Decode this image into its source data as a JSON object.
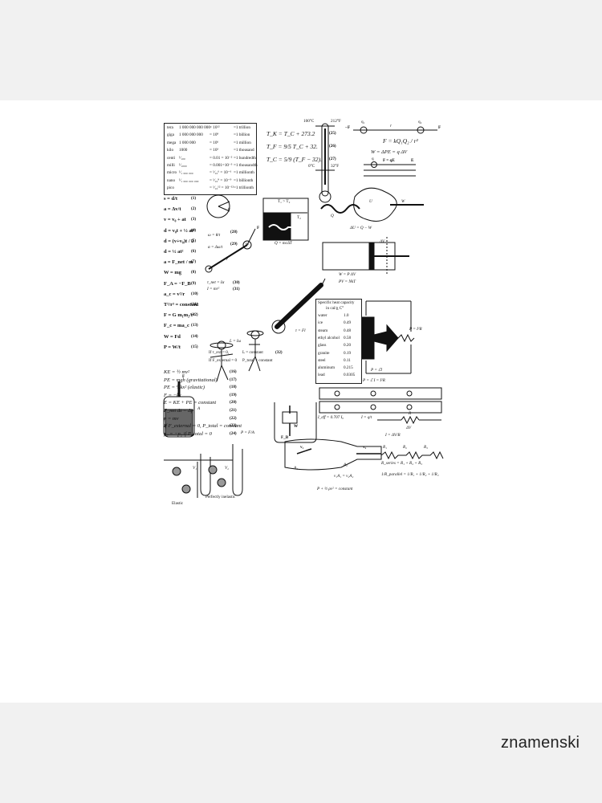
{
  "prefixes": [
    {
      "name": "tera",
      "value": "1 000 000 000 000",
      "power": "= 10¹²",
      "word": "=1 trillion"
    },
    {
      "name": "giga",
      "value": "1 000 000 000",
      "power": "= 10⁹",
      "word": "=1 billion"
    },
    {
      "name": "mega",
      "value": "1 000 000",
      "power": "= 10⁶",
      "word": "=1 million"
    },
    {
      "name": "kilo",
      "value": "1000",
      "power": "= 10³",
      "word": "=1 thousand"
    },
    {
      "name": "centi",
      "value": "¹⁄₁₀₀",
      "power": "= 0.01 = 10⁻²",
      "word": "=1 hundredth"
    },
    {
      "name": "milli",
      "value": "¹⁄₁₀₀₀",
      "power": "= 0.001=10⁻³",
      "word": "=1 thousandth"
    },
    {
      "name": "micro",
      "value": "¹⁄₁ ₀₀₀ ₀₀₀",
      "power": "= ¹⁄₁₀⁶ = 10⁻⁶",
      "word": "=1 millionth"
    },
    {
      "name": "nano",
      "value": "¹⁄₁ ₀₀₀ ₀₀₀ ₀₀₀",
      "power": "= ¹⁄₁₀⁹ = 10⁻⁹",
      "word": "=1 billionth"
    },
    {
      "name": "pico",
      "value": "",
      "power": "= ¹⁄₁₀¹² = 10⁻¹²",
      "word": "=1 trillionth"
    }
  ],
  "temperature": {
    "eq25": "T_K = T_C + 273.2",
    "n25": "(25)",
    "eq26": "T_F = 9/5 T_C + 32.",
    "n26": "(26)",
    "eq27": "T_C = 5/9 (T_F − 32).",
    "n27": "(27)",
    "boil_c": "100°C",
    "boil_f": "212°F",
    "freeze_c": "0°C",
    "freeze_f": "32°F"
  },
  "charges": {
    "q1": "q₁",
    "q2": "q₂",
    "r": "r",
    "F": "F",
    "minusF": "−F",
    "coulomb": "F = kQ₁Q₂ / r²",
    "work": "W = ΔPE = q ΔV",
    "q": "q",
    "qE": "F = qE",
    "E": "E"
  },
  "mechanics": [
    {
      "eq": "s = d/t",
      "n": "(1)"
    },
    {
      "eq": "a = Δv/t",
      "n": "(2)"
    },
    {
      "eq": "v = v₀ + at",
      "n": "(3)"
    },
    {
      "eq": "d = v₀t + ½ at²",
      "n": "(4)"
    },
    {
      "eq": "d = (v+v₀)t / 2",
      "n": "(5)"
    },
    {
      "eq": "d = ½ at²",
      "n": "(6)"
    },
    {
      "eq": "a = F_net / m",
      "n": "(7)"
    },
    {
      "eq": "W = mg",
      "n": "(8)"
    },
    {
      "eq": "F_A = −F_B",
      "n": "(9)"
    },
    {
      "eq": "a_c = v²/r",
      "n": "(10)"
    },
    {
      "eq": "T²/r³ = constant",
      "n": "(11)"
    },
    {
      "eq": "F = G m₁m₂/r²",
      "n": "(12)"
    },
    {
      "eq": "F_c = ma_c",
      "n": "(13)"
    },
    {
      "eq": "W = Fd",
      "n": "(14)"
    },
    {
      "eq": "P = W/t",
      "n": "(15)"
    }
  ],
  "rotation": {
    "omega": "ω = θ/t",
    "n28": "(28)",
    "alpha": "α = Δω/t",
    "n29": "(29)",
    "theta": "θ",
    "r": "r",
    "m": "m",
    "F": "F",
    "torque": "τ_net = Iα",
    "n30": "(30)",
    "inertia": "I = mr²",
    "n31": "(31)",
    "L": "L = Iω",
    "cond1": "If τ_ext = 0,",
    "cond1b": "L = constant",
    "n32": "(32)",
    "cond2": "If F_external = 0",
    "cond2b": "P_total = constant",
    "tau": "τ = Fl",
    "l": "l"
  },
  "energy": [
    {
      "eq": "KE = ½ mv²",
      "n": "(16)"
    },
    {
      "eq": "PE = mgh   (gravitational)",
      "n": "(17)"
    },
    {
      "eq": "PE = ½kx²   (elastic)",
      "n": "(18)"
    },
    {
      "eq": "F = −kx",
      "n": "(19)"
    },
    {
      "eq": "E = KE + PE = constant",
      "n": "(20)"
    },
    {
      "eq": "F_net Δt = Δp,",
      "n": "(21)"
    },
    {
      "eq": "p = mv",
      "n": "(22)"
    },
    {
      "eq": "If F_external = 0, P_total = constant",
      "n": "(23)"
    },
    {
      "eq": "p₂ = −p₁  if  P_total = 0",
      "n": "(24)"
    }
  ],
  "collisions": {
    "elastic": "Elastic",
    "inelastic": "Perfectly inelastic",
    "v1": "v₁",
    "vf": "vf"
  },
  "thermo": {
    "t1t2": "T₁ > T₂",
    "t2": "T₂",
    "heat": "Q = mcΔT",
    "Q": "Q",
    "U": "U",
    "W": "W",
    "first_law": "ΔU = Q − W",
    "dV": "ΔV",
    "work": "W = P ΔV",
    "gas": "PV = NkT"
  },
  "specific_heat": {
    "title": "Specific heat capacity",
    "unit": "in cal/g C°",
    "rows": [
      {
        "m": "water",
        "v": "1.0"
      },
      {
        "m": "ice",
        "v": "0.49"
      },
      {
        "m": "steam",
        "v": "0.48"
      },
      {
        "m": "ethyl alcohol",
        "v": "0.58"
      },
      {
        "m": "glass",
        "v": "0.20"
      },
      {
        "m": "granite",
        "v": "0.19"
      },
      {
        "m": "steel",
        "v": "0.11"
      },
      {
        "m": "aluminum",
        "v": "0.215"
      },
      {
        "m": "lead",
        "v": "0.0305"
      }
    ]
  },
  "circuits": {
    "battery": "P = ℰI",
    "resistor": "P = I²R",
    "power": "P = ℰ I = I²R",
    "ieff": "I_eff = 0.707 I₀",
    "current": "I = q/t",
    "R": "R",
    "dV": "ΔV",
    "ohm": "I = ΔV/R",
    "R1": "R₁",
    "R2": "R₂",
    "R3": "R₃",
    "series": "R_series = R₁ + R₂ + R₃",
    "parallel": "1/R_parallel = 1/R₁ + 1/R₂ + 1/R₃"
  },
  "fluids": {
    "F": "F",
    "A": "A",
    "Fb": "F_B",
    "W": "W",
    "pressure": "P = F/A",
    "V1": "V₁",
    "V2": "V₂",
    "v1": "v₁",
    "v2": "v₂",
    "A1": "A₁",
    "A2": "A₂",
    "continuity": "v₁A₁ = v₂A₂",
    "bernoulli": "P + ½ ρv² = constant"
  },
  "watermark": "znamenski"
}
